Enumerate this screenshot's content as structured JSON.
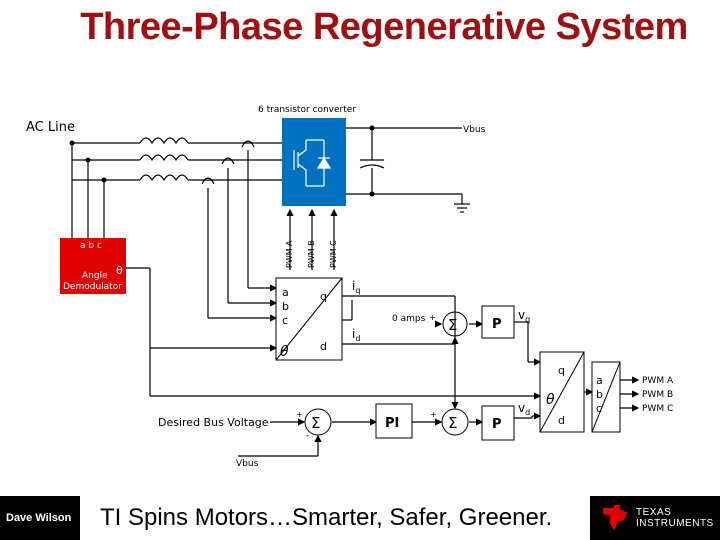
{
  "title": "Three-Phase Regenerative System",
  "labels": {
    "converter": "6 transistor converter",
    "ac_line": "AC Line",
    "vbus_top": "Vbus",
    "abc": "a  b  c",
    "angle_demod_1": "Angle",
    "theta": "θ",
    "angle_demod_2": "Demodulator",
    "pwm_a": "PWM A",
    "pwm_b": "PWM B",
    "pwm_c": "PWM C",
    "park_a": "a",
    "park_b": "b",
    "park_c": "c",
    "park_q": "q",
    "park_d": "d",
    "iq": "i",
    "iq_sub": "q",
    "id": "i",
    "id_sub": "d",
    "zero_amps": "0 amps",
    "plus": "+",
    "minus": "-",
    "sum": "Σ",
    "p_ctrl": "P",
    "pi_ctrl": "PI",
    "vq": "v",
    "vq_sub": "q",
    "vd": "v",
    "vd_sub": "d",
    "inv_q": "q",
    "inv_d": "d",
    "svm_a": "a",
    "svm_b": "b",
    "svm_c": "c",
    "out_pwm_a": "PWM A",
    "out_pwm_b": "PWM B",
    "out_pwm_c": "PWM C",
    "desired_bus": "Desired Bus Voltage",
    "vbus_bottom": "Vbus"
  },
  "footer": {
    "author": "Dave Wilson",
    "slogan": "TI Spins Motors…Smarter, Safer, Greener.",
    "ti_line1": "TEXAS",
    "ti_line2": "INSTRUMENTS"
  },
  "colors": {
    "title": "#a01010",
    "converter_block": "#0070c0",
    "demodulator_block": "#e00000",
    "wire": "#000000"
  }
}
